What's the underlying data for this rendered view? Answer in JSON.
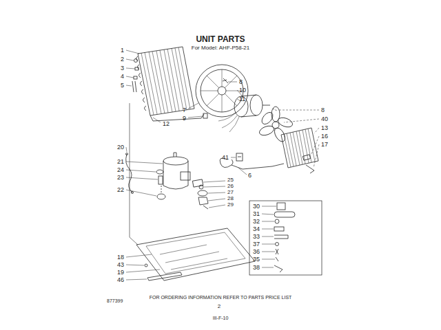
{
  "diagram": {
    "title": "UNIT PARTS",
    "caption": "FOR ORDERING INFORMATION REFER TO PARTS PRICE LIST",
    "labels": [
      "For Model: AHF-P58-21",
      "1",
      "2",
      "3",
      "4",
      "5",
      "8",
      "10",
      "11",
      "7",
      "9",
      "12",
      "8",
      "40",
      "13",
      "16",
      "17",
      "41",
      "20",
      "6",
      "21",
      "24",
      "23",
      "22",
      "25",
      "26",
      "27",
      "28",
      "29",
      "30",
      "31",
      "32",
      "34",
      "33",
      "37",
      "36",
      "35",
      "38",
      "18",
      "43",
      "19",
      "46",
      "877399",
      "2",
      "III-F-10"
    ]
  }
}
